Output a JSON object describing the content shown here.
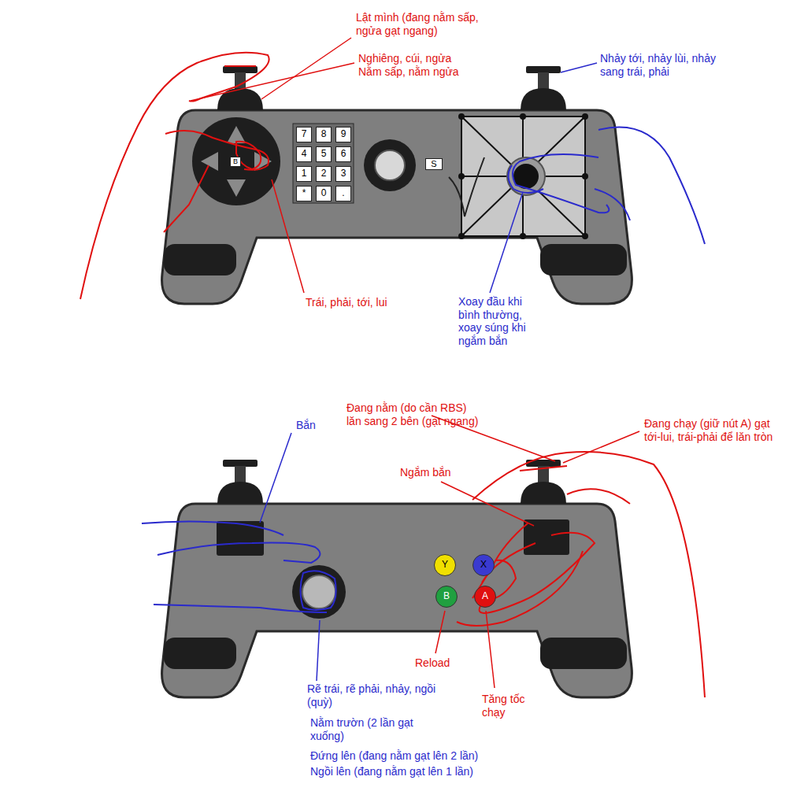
{
  "diagram": {
    "nodes": [
      {
        "text": [
          "B"
        ]
      },
      {
        "text": [
          "7"
        ]
      },
      {
        "text": [
          "8"
        ]
      },
      {
        "text": [
          "9"
        ]
      },
      {
        "text": [
          "4"
        ]
      },
      {
        "text": [
          "5"
        ]
      },
      {
        "text": [
          "6"
        ]
      },
      {
        "text": [
          "1"
        ]
      },
      {
        "text": [
          "2"
        ]
      },
      {
        "text": [
          "3"
        ]
      },
      {
        "text": [
          "*"
        ]
      },
      {
        "text": [
          "0"
        ]
      },
      {
        "text": [
          "."
        ]
      },
      {
        "text": [
          "S"
        ]
      },
      {
        "text": [
          "Y"
        ]
      },
      {
        "text": [
          "X"
        ]
      },
      {
        "text": [
          "B"
        ]
      },
      {
        "text": [
          "A"
        ]
      }
    ],
    "labels": [
      "Lật mình (đang nằm sấp, ngửa gạt ngang)",
      "Nghiêng, cúi, ngửa Nằm sấp, nằm ngửa",
      "Nhảy tới, nhảy lùi, nhảy sang trái, phải",
      "Trái, phải, tới, lui",
      "Xoay đầu khi bình thường, xoay súng khi ngắm bắn",
      "Bắn",
      "Đang nằm (do cần RBS) lăn sang 2 bên (gạt ngang)",
      "Đang chạy (giữ nút A) gạt tới-lui, trái-phải để lăn tròn",
      "Ngắm bắn",
      "Reload",
      "Tăng tốc chạy",
      "Rẽ trái, rẽ phải, nhảy, ngồi (quỳ)",
      "Nằm trườn (2 lần gạt xuống)",
      "Đứng lên (đang nằm gạt lên 2 lần)",
      "Ngồi lên (đang nằm gạt lên 1 lần)"
    ]
  }
}
